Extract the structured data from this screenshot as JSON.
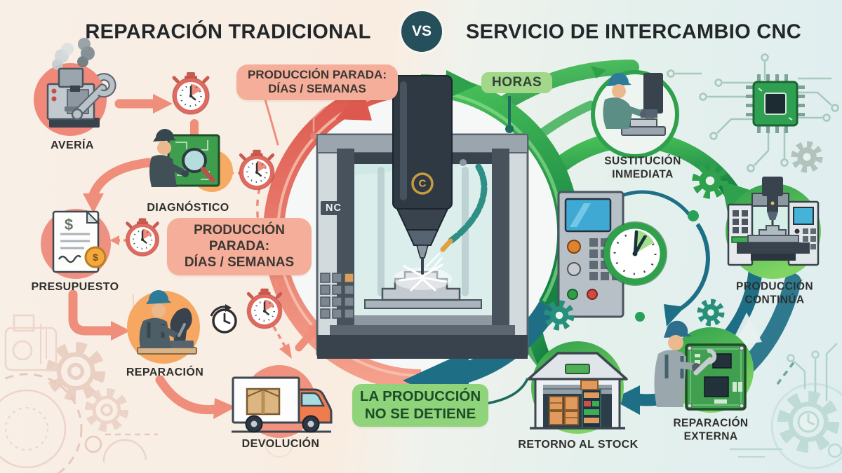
{
  "header": {
    "left_title": "REPARACIÓN TRADICIONAL",
    "vs_label": "VS",
    "right_title": "SERVICIO DE INTERCAMBIO CNC"
  },
  "left_flow": {
    "step_averia": "AVERÍA",
    "step_diagnostico": "DIAGNÓSTICO",
    "step_presupuesto": "PRESUPUESTO",
    "step_reparacion": "REPARACIÓN",
    "step_devolucion": "DEVOLUCIÓN",
    "callout_top_line1": "PRODUCCIÓN PARADA:",
    "callout_top_line2": "DÍAS / SEMANAS",
    "callout_mid_line1": "PRODUCCIÓN",
    "callout_mid_line2": "PARADA:",
    "callout_mid_line3": "DÍAS / SEMANAS"
  },
  "right_flow": {
    "badge_hours": "HORAS",
    "step_sustitucion_line1": "SUSTITUCIÓN",
    "step_sustitucion_line2": "INMEDIATA",
    "step_produccion_line1": "PRODUCCIÓN",
    "step_produccion_line2": "CONTINÚA",
    "step_reparacion_ext_line1": "REPARACIÓN",
    "step_reparacion_ext_line2": "EXTERNA",
    "step_retorno": "RETORNO AL STOCK",
    "callout_line1": "LA PRODUCCIÓN",
    "callout_line2": "NO SE DETIENE"
  },
  "machine": {
    "panel_text": "NC",
    "spindle_logo": "C"
  },
  "symbols": {
    "doc_dollar": "$",
    "coin_dollar": "$"
  },
  "colors": {
    "traditional_accent": "#ef8e7a",
    "callout_pink_bg": "#f5ae99",
    "stopwatch_red": "#e06a5f",
    "exchange_green": "#2fa04c",
    "exchange_teal": "#1e6f86",
    "badge_green_bg": "#a3d78a",
    "callout_green_bg": "#8fd37a",
    "vs_badge_bg": "#254f5a",
    "bg_left": "#f8efe6",
    "bg_right": "#e4f0ec"
  }
}
